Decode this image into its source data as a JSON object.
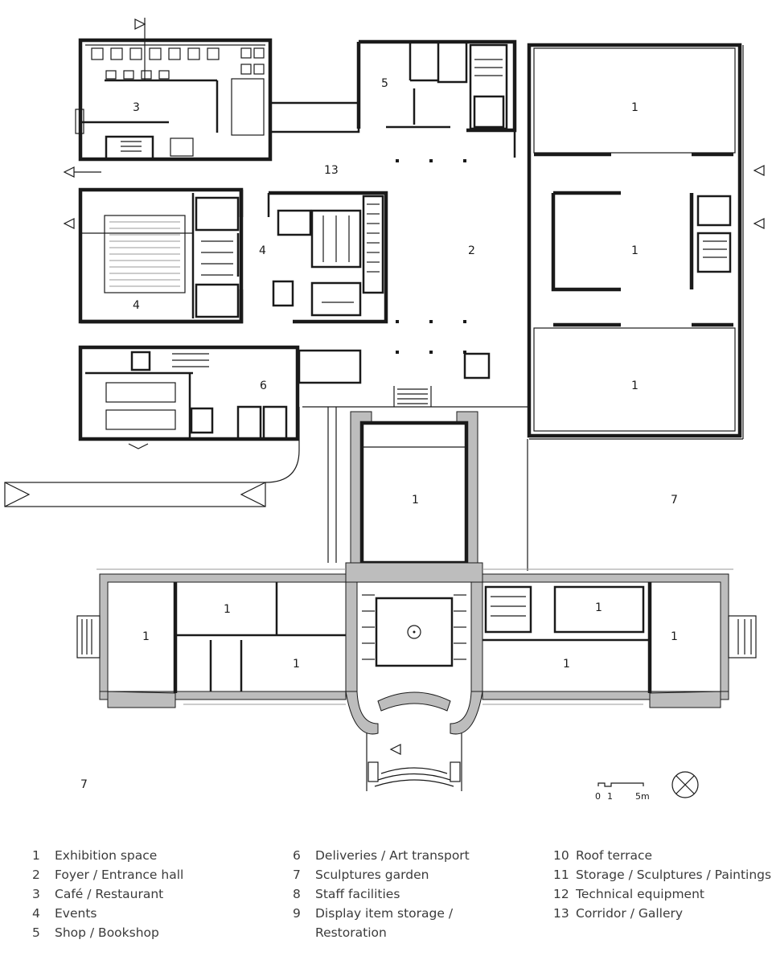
{
  "plan": {
    "room_numbers": {
      "r1_top_right": "1",
      "r1_mid_right": "1",
      "r1_bottom_right": "1",
      "r1_center": "1",
      "r1_left_wing": "1",
      "r1_west_hall": "1",
      "r1_west_south": "1",
      "r1_east_hall": "1",
      "r1_east_south": "1",
      "r1_east_wing": "1",
      "r2": "2",
      "r3": "3",
      "r4_hall": "4",
      "r4_foyer": "4",
      "r5": "5",
      "r6": "6",
      "r7_east": "7",
      "r7_south": "7",
      "r13": "13"
    },
    "scale_bar": {
      "t0": "0",
      "t1": "1",
      "t5": "5m"
    }
  },
  "legend": {
    "col1": [
      {
        "n": "1",
        "label": "Exhibition space"
      },
      {
        "n": "2",
        "label": "Foyer / Entrance hall"
      },
      {
        "n": "3",
        "label": "Café / Restaurant"
      },
      {
        "n": "4",
        "label": "Events"
      },
      {
        "n": "5",
        "label": "Shop / Bookshop"
      }
    ],
    "col2": [
      {
        "n": "6",
        "label": "Deliveries / Art transport"
      },
      {
        "n": "7",
        "label": "Sculptures garden"
      },
      {
        "n": "8",
        "label": "Staff facilities"
      },
      {
        "n": "9",
        "label": "Display item storage /"
      },
      {
        "n": "",
        "label": "Restoration"
      }
    ],
    "col3": [
      {
        "n": "10",
        "label": "Roof terrace"
      },
      {
        "n": "11",
        "label": "Storage / Sculptures / Paintings"
      },
      {
        "n": "12",
        "label": "Technical equipment"
      },
      {
        "n": "13",
        "label": "Corridor / Gallery"
      }
    ]
  }
}
